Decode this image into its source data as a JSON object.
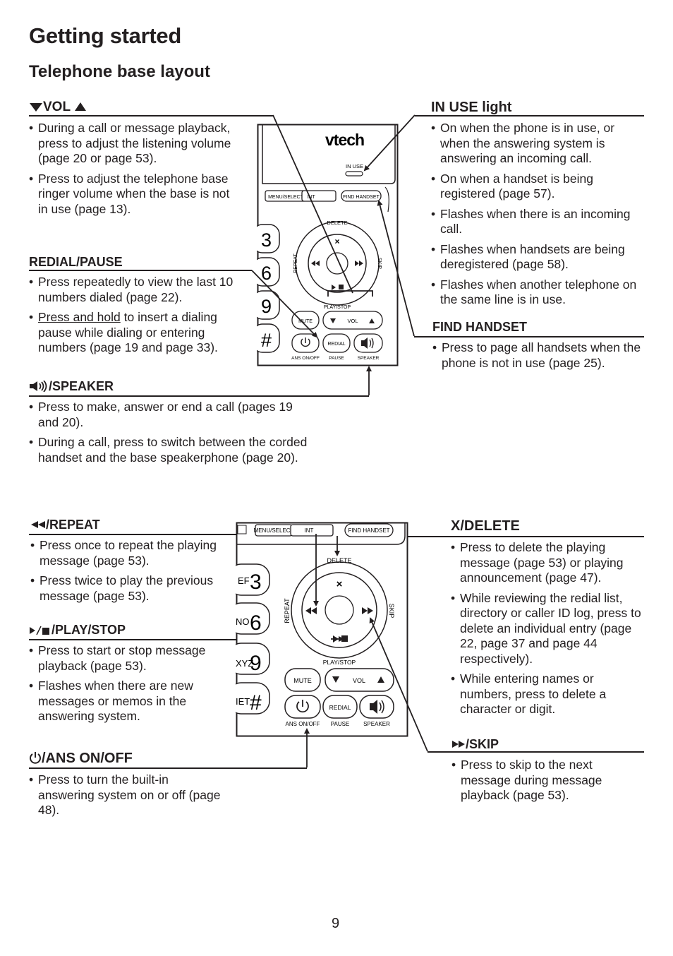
{
  "page": {
    "title": "Getting started",
    "subtitle": "Telephone base layout",
    "page_number": "9"
  },
  "sections": {
    "vol": {
      "heading": "VOL",
      "icons": [
        "volume-down-triangle-icon",
        "volume-up-triangle-icon"
      ],
      "bullets": [
        "During a call or message playback, press to adjust the listening volume (page 20 or page 53).",
        "Press to adjust the telephone base ringer volume when the base is not in use (page 13)."
      ]
    },
    "redial_pause": {
      "heading": "REDIAL/PAUSE",
      "bullets": [
        "Press repeatedly to view the last 10 numbers dialed (page 22)."
      ],
      "hold_underlined": "Press and hold",
      "hold_rest": " to insert a dialing pause while dialing or entering numbers (page 19 and page 33)."
    },
    "speaker": {
      "heading": "/SPEAKER",
      "icon": "speaker-icon",
      "bullets": [
        "Press to make, answer or end a call (pages 19 and 20).",
        "During a call, press to switch between the corded handset and the base speakerphone (page 20)."
      ]
    },
    "in_use": {
      "heading": "IN USE light",
      "bullets": [
        "On when the phone is in use, or when the answering system is answering an incoming call.",
        "On when a handset is being registered (page 57).",
        "Flashes when there is an incoming call.",
        "Flashes when handsets are being deregistered (page 58).",
        "Flashes when another telephone on the same line is in use."
      ]
    },
    "find_handset": {
      "heading": "FIND HANDSET",
      "bullets": [
        "Press to page all handsets when the phone is not in use (page 25)."
      ]
    },
    "repeat": {
      "heading": "/REPEAT",
      "icon": "rewind-icon",
      "bullets": [
        "Press once to repeat the playing message (page 53).",
        "Press twice to play the previous message (page 53)."
      ]
    },
    "play_stop": {
      "heading": "/PLAY/STOP",
      "icon": "play-stop-icon",
      "bullets": [
        "Press to start or stop message playback (page 53).",
        "Flashes when there are new messages or memos in the answering system."
      ]
    },
    "ans_onoff": {
      "heading": "/ANS ON/OFF",
      "icon": "power-icon",
      "bullets": [
        "Press to turn the built-in answering system on or off (page 48)."
      ]
    },
    "delete": {
      "heading": "X/DELETE",
      "bullets": [
        "Press to delete the playing message (page 53) or playing announcement (page 47).",
        "While reviewing the redial list, directory or caller ID log, press to delete an individual entry (page 22, page 37 and page 44 respectively).",
        "While entering names or numbers, press to delete a character or digit."
      ]
    },
    "skip": {
      "heading": "/SKIP",
      "icon": "fast-forward-icon",
      "bullets": [
        "Press to skip to the next message during message playback (page 53)."
      ]
    }
  },
  "diagram_top": {
    "brand": "vtech",
    "in_use": "IN USE",
    "menu_select": "MENU/SELECT",
    "int": "INT",
    "find_handset": "FIND HANDSET",
    "delete": "DELETE",
    "repeat": "REPEAT",
    "skip": "SKIP",
    "play_stop": "PLAY/STOP",
    "mute": "MUTE",
    "vol": "VOL",
    "redial": "REDIAL",
    "ans_onoff": "ANS ON/OFF",
    "pause": "PAUSE",
    "speaker": "SPEAKER",
    "keys": [
      "3",
      "6",
      "9",
      "#"
    ]
  },
  "diagram_bottom": {
    "menu_select": "MENU/SELECT",
    "int": "INT",
    "find_handset": "FIND HANDSET",
    "delete": "DELETE",
    "repeat": "REPEAT",
    "skip": "SKIP",
    "play_stop": "PLAY/STOP",
    "mute": "MUTE",
    "vol": "VOL",
    "redial": "REDIAL",
    "ans_onoff": "ANS ON/OFF",
    "pause": "PAUSE",
    "speaker": "SPEAKER",
    "keys": [
      "3",
      "6",
      "9",
      "#"
    ],
    "key_letters": [
      "EF",
      "NO",
      "XYZ",
      "IET"
    ]
  }
}
